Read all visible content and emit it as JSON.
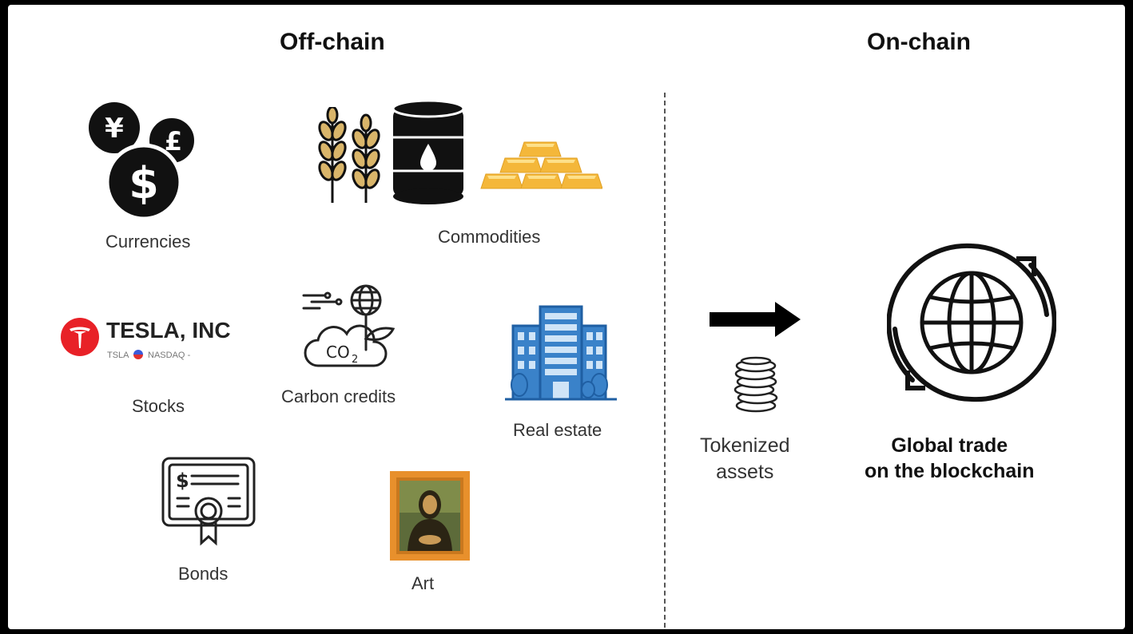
{
  "headings": {
    "off_chain": "Off-chain",
    "on_chain": "On-chain"
  },
  "assets": {
    "currencies": "Currencies",
    "commodities": "Commodities",
    "stocks": "Stocks",
    "carbon_credits": "Carbon credits",
    "real_estate": "Real estate",
    "bonds": "Bonds",
    "art": "Art"
  },
  "stock_card": {
    "company": "TESLA, INC",
    "ticker": "TSLA",
    "exchange": "NASDAQ",
    "suffix": "-"
  },
  "currency_symbols": {
    "yen": "¥",
    "pound": "£",
    "dollar": "$"
  },
  "bond_symbol": "$",
  "co2_label": "CO",
  "co2_sub": "2",
  "tokenized": {
    "line1": "Tokenized",
    "line2": "assets"
  },
  "global_trade": {
    "line1": "Global trade",
    "line2": "on the blockchain"
  },
  "colors": {
    "tesla_red": "#e82127",
    "gold": "#f4b73a",
    "building_blue": "#3a82c9",
    "frame_orange": "#e8902c",
    "wheat": "#d9b56a"
  },
  "icons": {
    "currencies": "coins-icon",
    "wheat": "wheat-icon",
    "oil": "oil-barrel-icon",
    "gold": "gold-bars-icon",
    "stock": "tesla-logo-icon",
    "carbon": "co2-cloud-icon",
    "building": "building-icon",
    "bond": "certificate-icon",
    "art": "painting-icon",
    "arrow": "arrow-right-icon",
    "coins": "coin-stack-icon",
    "globe": "globe-cycle-icon"
  }
}
